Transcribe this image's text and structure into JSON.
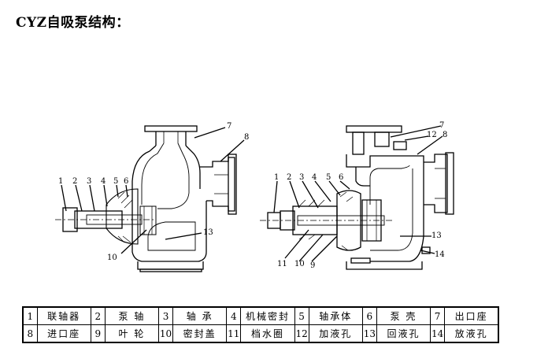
{
  "title": "CYZ自吸泵结构：",
  "left_view": {
    "callouts": [
      "1",
      "2",
      "3",
      "4",
      "5",
      "6",
      "7",
      "8",
      "10",
      "13"
    ]
  },
  "right_view": {
    "callouts": [
      "1",
      "2",
      "3",
      "4",
      "5",
      "6",
      "7",
      "8",
      "9",
      "10",
      "11",
      "12",
      "13",
      "14"
    ]
  },
  "parts_table": {
    "rows": [
      [
        {
          "num": "1",
          "name": "联轴器"
        },
        {
          "num": "2",
          "name": "泵 轴"
        },
        {
          "num": "3",
          "name": "轴 承"
        },
        {
          "num": "4",
          "name": "机械密封"
        },
        {
          "num": "5",
          "name": "轴承体"
        },
        {
          "num": "6",
          "name": "泵 壳"
        },
        {
          "num": "7",
          "name": "出口座"
        }
      ],
      [
        {
          "num": "8",
          "name": "进口座"
        },
        {
          "num": "9",
          "name": "叶 轮"
        },
        {
          "num": "10",
          "name": "密封盖"
        },
        {
          "num": "11",
          "name": "档水圈"
        },
        {
          "num": "12",
          "name": "加液孔"
        },
        {
          "num": "13",
          "name": "回液孔"
        },
        {
          "num": "14",
          "name": "放液孔"
        }
      ]
    ]
  }
}
